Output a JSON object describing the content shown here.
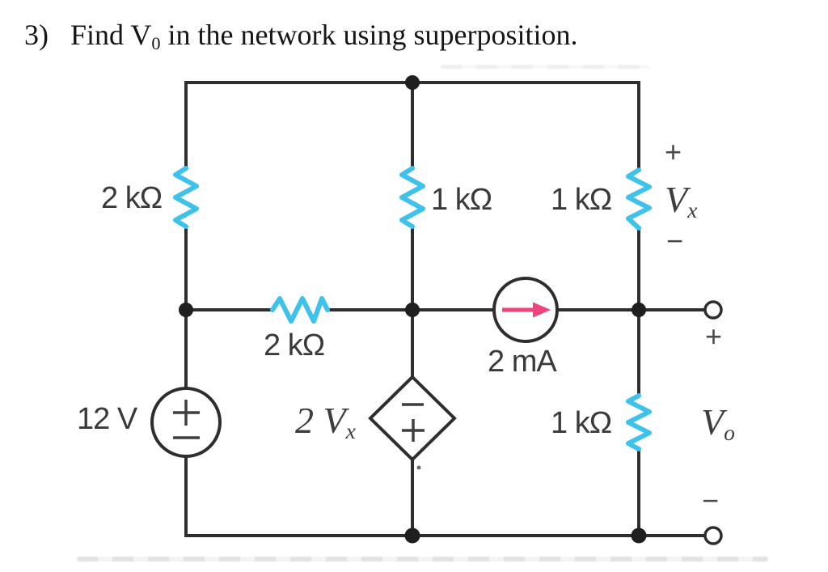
{
  "title": {
    "number": "3)",
    "pre": "Find V",
    "sub": "0",
    "post": " in the network using superposition."
  },
  "circuit": {
    "resistors": {
      "top_left": {
        "label": "2 kΩ"
      },
      "top_middle": {
        "label": "1 kΩ"
      },
      "top_right": {
        "label": "1 kΩ"
      },
      "middle": {
        "label": "2 kΩ"
      },
      "bottom_right": {
        "label": "1 kΩ"
      }
    },
    "sources": {
      "voltage": {
        "label": "12 V",
        "type": "independent-voltage-source",
        "polarity_top": "+",
        "polarity_bottom": "−"
      },
      "current": {
        "label": "2 mA",
        "type": "independent-current-source",
        "arrow_direction": "right"
      },
      "dependent": {
        "coef": "2 ",
        "var": "V",
        "sub": "x",
        "type": "dependent-voltage-source",
        "polarity_top": "−",
        "polarity_bottom": "+"
      }
    },
    "voltages": {
      "vx": {
        "plus": "+",
        "var": "V",
        "sub": "x",
        "minus": "−"
      },
      "vo": {
        "plus": "+",
        "var": "V",
        "sub": "o",
        "minus": "−"
      }
    },
    "colors": {
      "resistor": "#3ec1ea",
      "arrow": "#f0427e",
      "wire": "#2e2e2e",
      "label": "#3a3a3a"
    }
  }
}
